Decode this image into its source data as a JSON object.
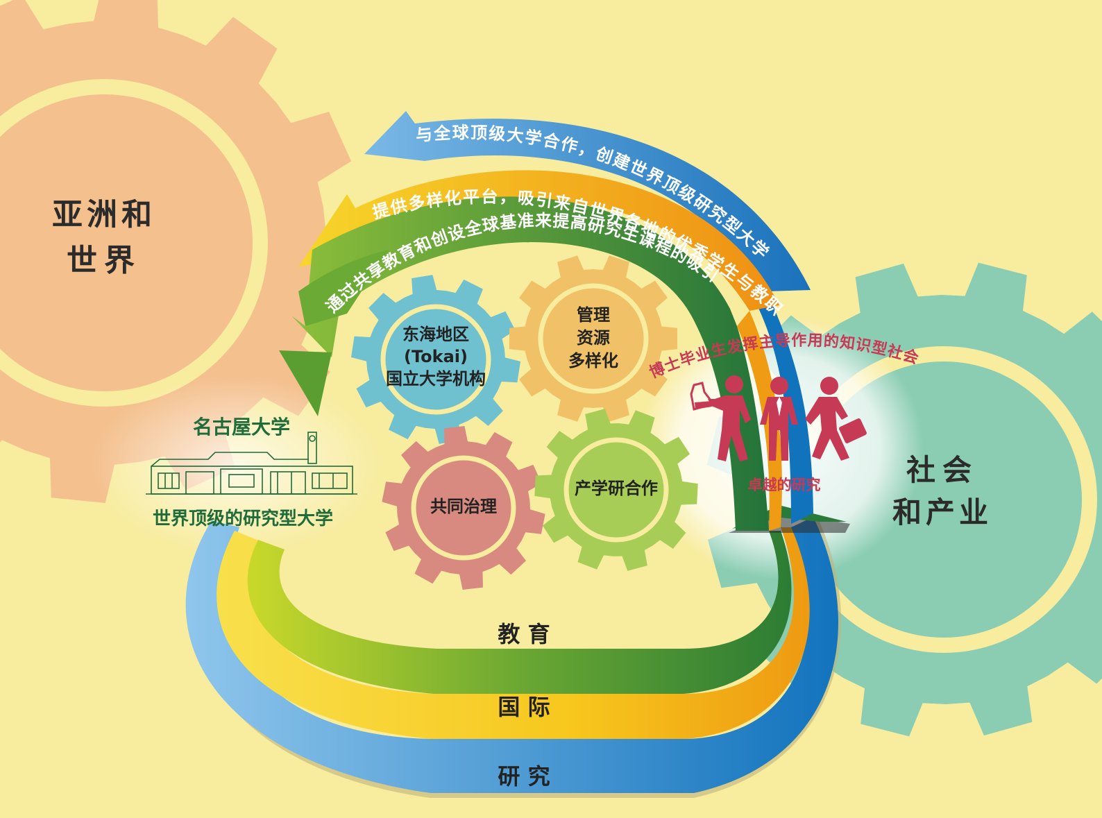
{
  "regions": {
    "asia_world": [
      "亚洲和",
      "世界"
    ],
    "society_industry": [
      "社会",
      "和产业"
    ]
  },
  "arcs": {
    "blue": "与全球顶级大学合作，创建世界顶级研究型大学",
    "yellow": "提供多样化平台，吸引来自世界各地的优秀学生与教职员工",
    "green": "通过共享教育和创设全球基准来提高研究生课程的吸引力"
  },
  "gears": {
    "tokai": [
      "东海地区",
      "(Tokai)",
      "国立大学机构"
    ],
    "management": [
      "管理",
      "资源",
      "多样化"
    ],
    "governance": "共同治理",
    "industry": "产学研合作"
  },
  "university": {
    "name": "名古屋大学",
    "subtitle": "世界顶级的研究型大学"
  },
  "knowledge_society": {
    "arc_text": "博士毕业生发挥主导作用的知识型社会",
    "caption": "卓越的研究"
  },
  "pillars": {
    "education": "教 育",
    "international": "国 际",
    "research": "研 究"
  },
  "colors": {
    "background": "#f8ec9f",
    "asia_gear": "#f4c08d",
    "society_gear": "#8bcdb3",
    "tokai_gear": "#6fc1cf",
    "management_gear": "#f0c167",
    "governance_gear": "#d98a80",
    "industry_gear": "#a7cd57",
    "dark_green_text": "#1f6b3a",
    "figure_red": "#c63a55"
  }
}
